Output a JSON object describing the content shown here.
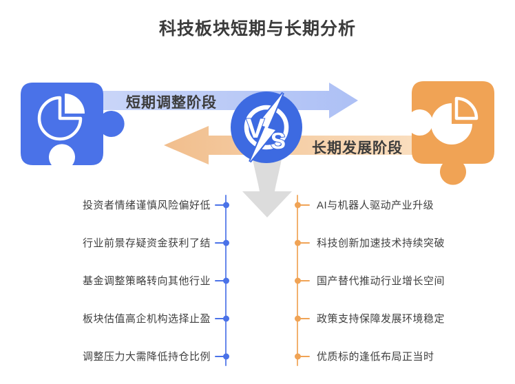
{
  "title": "科技板块短期与长期分析",
  "left": {
    "arrow_label": "短期调整阶段",
    "items": [
      "投资者情绪谨慎风险偏好低",
      "行业前景存疑资金获利了结",
      "基金调整策略转向其他行业",
      "板块估值高企机构选择止盈",
      "调整压力大需降低持仓比例"
    ]
  },
  "right": {
    "arrow_label": "长期发展阶段",
    "items": [
      "AI与机器人驱动产业升级",
      "科技创新加速技术持续突破",
      "国产替代推动行业增长空间",
      "政策支持保障发展环境稳定",
      "优质标的逢低布局正当时"
    ]
  },
  "vs_badge": {
    "v": "V",
    "s": "S"
  },
  "icons": {
    "left_shape": "puzzle-piece-icon",
    "right_shape": "puzzle-piece-icon",
    "left_inner": "pie-chart-icon",
    "right_inner": "pie-chart-icon",
    "badge": "lightning-bolt-icon",
    "divider": "down-arrow-icon"
  },
  "colors": {
    "blue_primary": "#4A72E8",
    "badge_blue": "#3D6AE1",
    "blue_arrow_light": "#C9D5F8",
    "blue_arrow_deep": "#ADC0F5",
    "orange_primary": "#F0A355",
    "orange_arrow_deep": "#F1BE8D",
    "orange_arrow_light": "#FADFC0",
    "gray_arrow": "#DCDCDC",
    "text_dark": "#3B3B3B",
    "list_text": "#3F3F3F",
    "background": "#FFFFFF"
  }
}
